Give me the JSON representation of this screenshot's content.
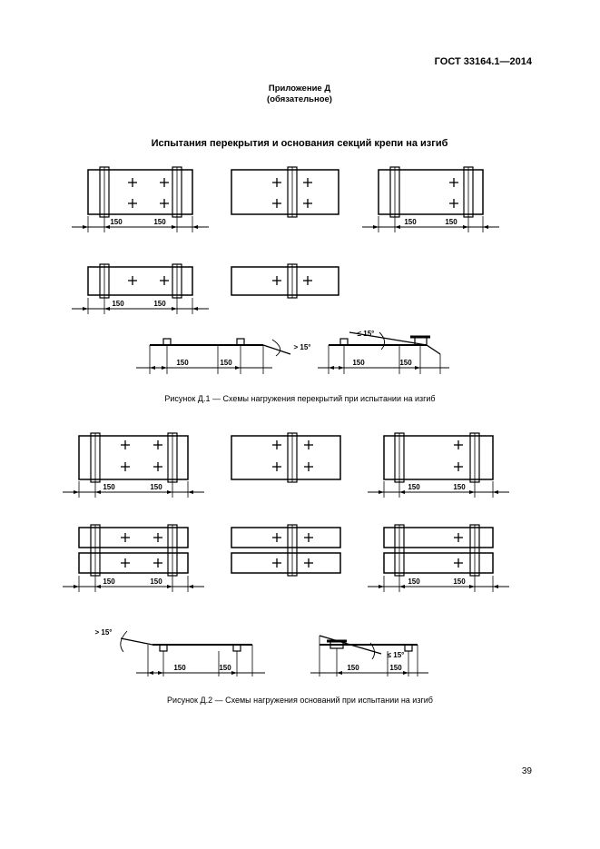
{
  "header": {
    "doc_code": "ГОСТ 33164.1—2014"
  },
  "annex": {
    "title": "Приложение Д",
    "status": "(обязательное)"
  },
  "section_title": "Испытания перекрытия и основания секций крепи на изгиб",
  "dimension_label": "150",
  "angle_gt": "> 15°",
  "angle_le": "≤ 15°",
  "figure1": {
    "caption": "Рисунок Д.1 — Схемы нагружения перекрытий при испытании на изгиб"
  },
  "figure2": {
    "caption": "Рисунок Д.2 — Схемы нагружения оснований при испытании на изгиб"
  },
  "footer": {
    "page_number": "39"
  }
}
